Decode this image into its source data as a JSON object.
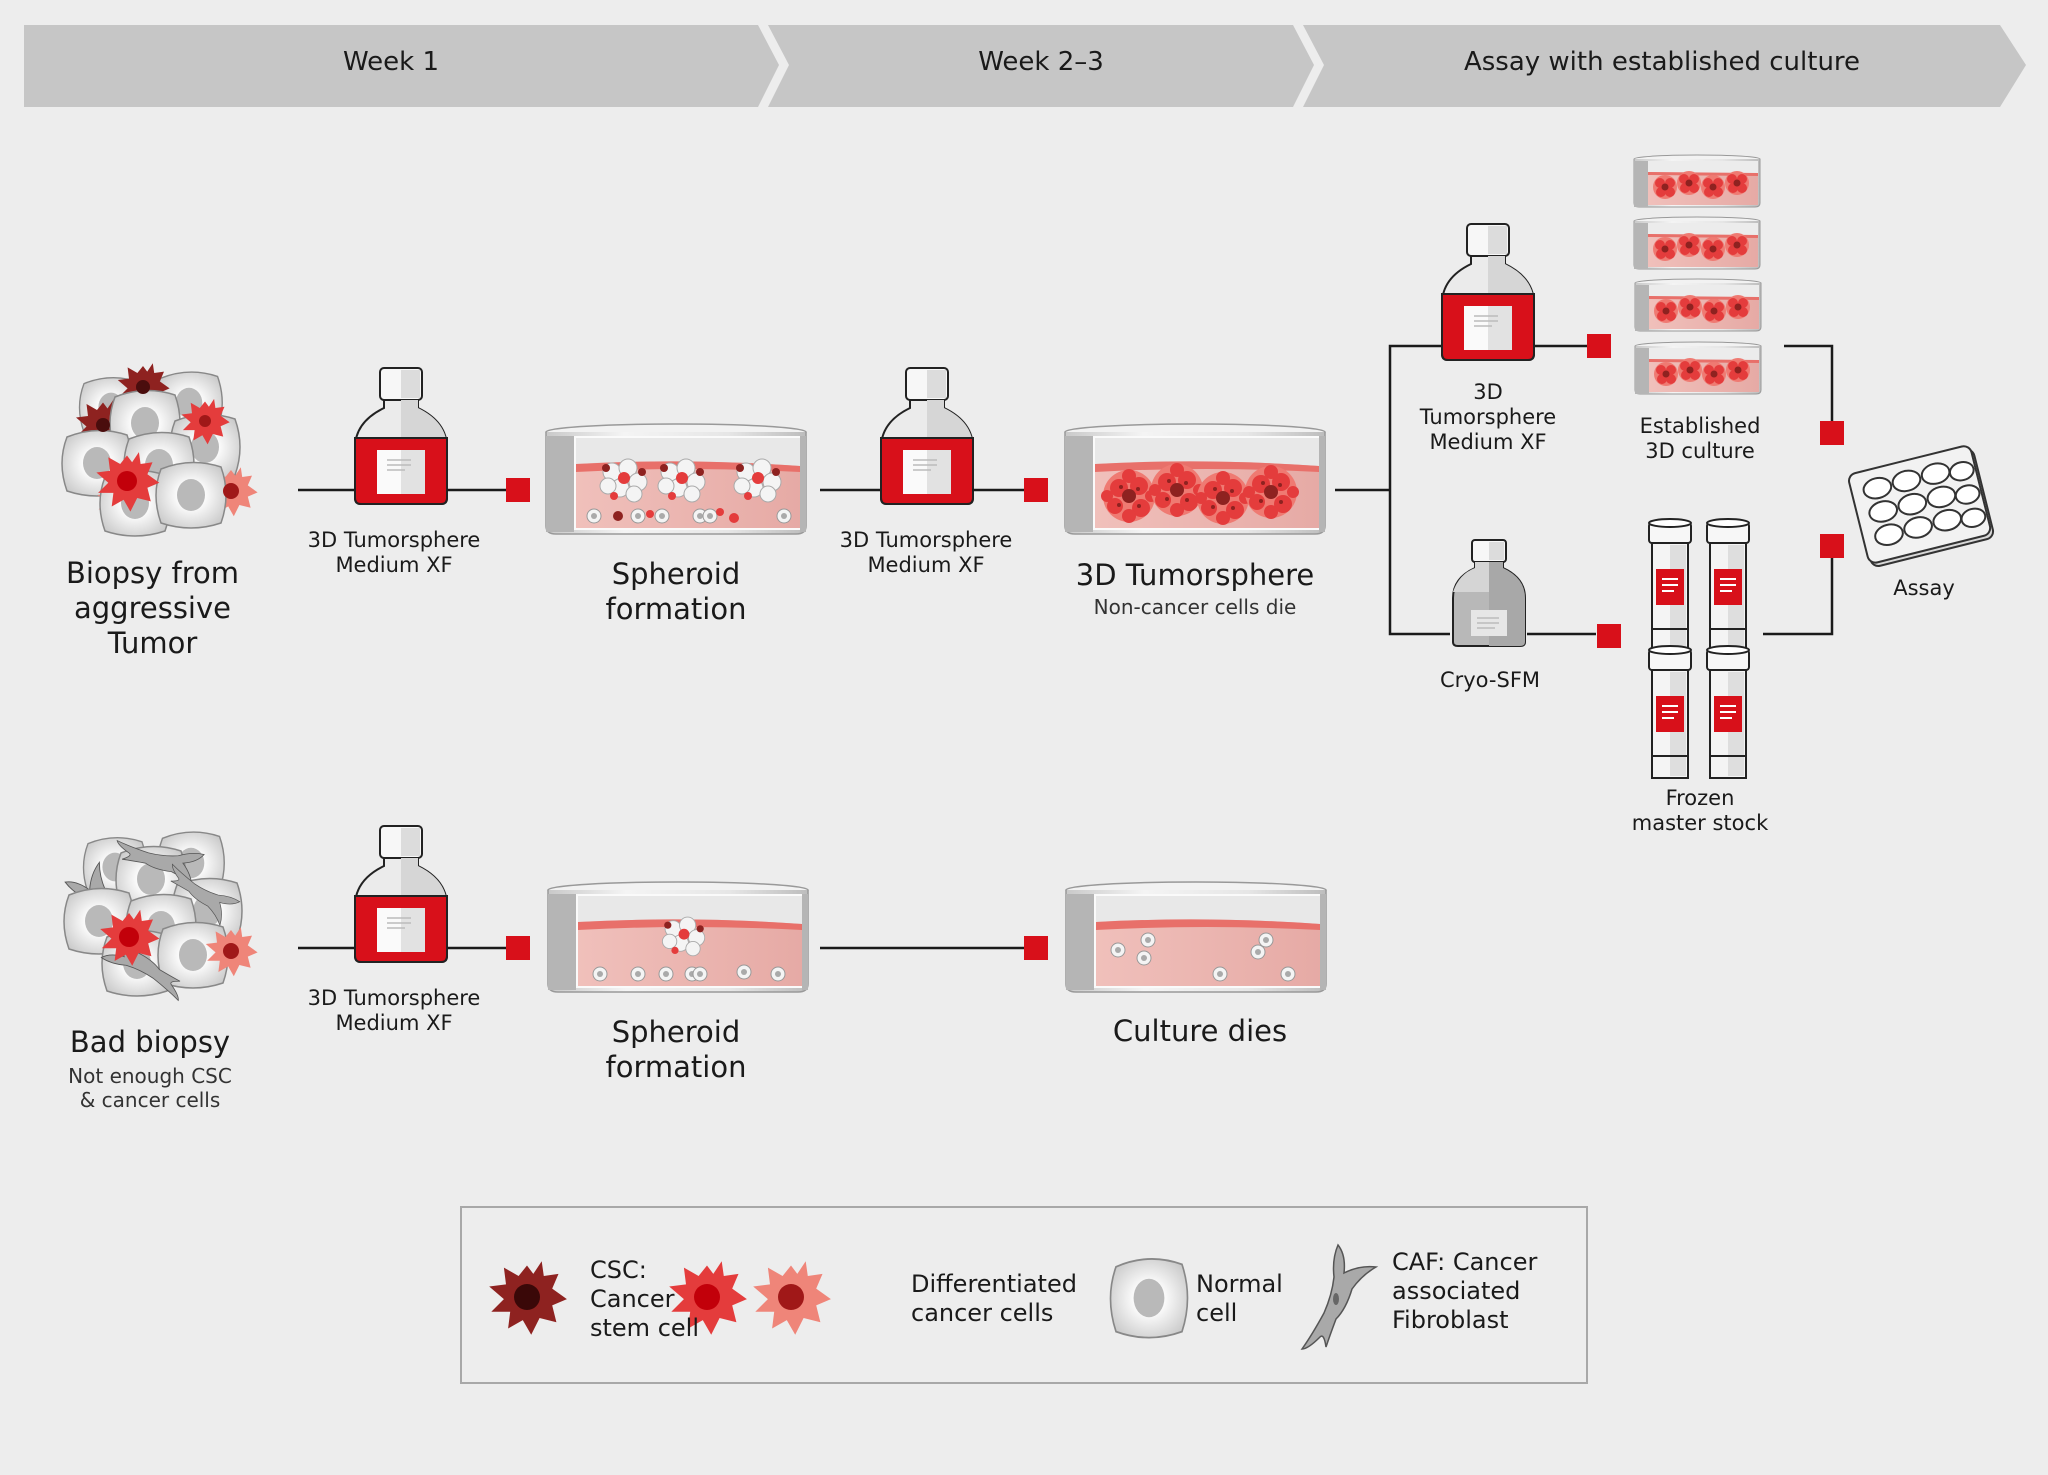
{
  "phases": [
    {
      "label": "Week 1"
    },
    {
      "label": "Week 2–3"
    },
    {
      "label": "Assay with established culture"
    }
  ],
  "colors": {
    "background": "#ededed",
    "phase_bar": "#c6c6c6",
    "accent_red": "#d8101a",
    "csc": "#8e2220",
    "differentiated_dark": "#e43c3c",
    "differentiated_light": "#ef8579",
    "medium_pink": "#eeb6b1",
    "medium_surface": "#e8706a",
    "normal_cell": "#d9d9d9",
    "caf": "#a9a9a9",
    "line": "#1a1a1a"
  },
  "row1": {
    "biopsy": {
      "title_lines": [
        "Biopsy from",
        "aggressive",
        "Tumor"
      ]
    },
    "medium1": {
      "lines": [
        "3D Tumorsphere",
        "Medium XF"
      ]
    },
    "spheroid": {
      "title_lines": [
        "Spheroid",
        "formation"
      ]
    },
    "medium2": {
      "lines": [
        "3D Tumorsphere",
        "Medium XF"
      ]
    },
    "tumorsphere": {
      "title": "3D Tumorsphere",
      "subtitle": "Non-cancer cells die"
    },
    "branch_top": {
      "medium": {
        "lines": [
          "3D",
          "Tumorsphere",
          "Medium XF"
        ]
      },
      "culture": {
        "lines": [
          "Established",
          "3D culture"
        ],
        "dish_count": 4
      }
    },
    "branch_bottom": {
      "medium": {
        "label": "Cryo-SFM"
      },
      "stock": {
        "lines": [
          "Frozen",
          "master stock"
        ],
        "vial_count": 4
      }
    },
    "assay": {
      "label": "Assay",
      "well_count": 12
    }
  },
  "row2": {
    "biopsy": {
      "title": "Bad biopsy",
      "subtitle_lines": [
        "Not enough CSC",
        "& cancer cells"
      ]
    },
    "medium": {
      "lines": [
        "3D Tumorsphere",
        "Medium XF"
      ]
    },
    "spheroid": {
      "title_lines": [
        "Spheroid",
        "formation"
      ]
    },
    "outcome": {
      "title": "Culture dies"
    }
  },
  "legend": {
    "items": [
      {
        "icon": "csc-cell-icon",
        "lines": [
          "CSC:",
          "Cancer",
          "stem cell"
        ]
      },
      {
        "icon": "differentiated-cancer-cell-icon",
        "lines": [
          "Differentiated",
          "cancer cells"
        ]
      },
      {
        "icon": "normal-cell-icon",
        "lines": [
          "Normal",
          "cell"
        ]
      },
      {
        "icon": "caf-cell-icon",
        "lines": [
          "CAF: Cancer",
          "associated",
          "Fibroblast"
        ]
      }
    ]
  }
}
